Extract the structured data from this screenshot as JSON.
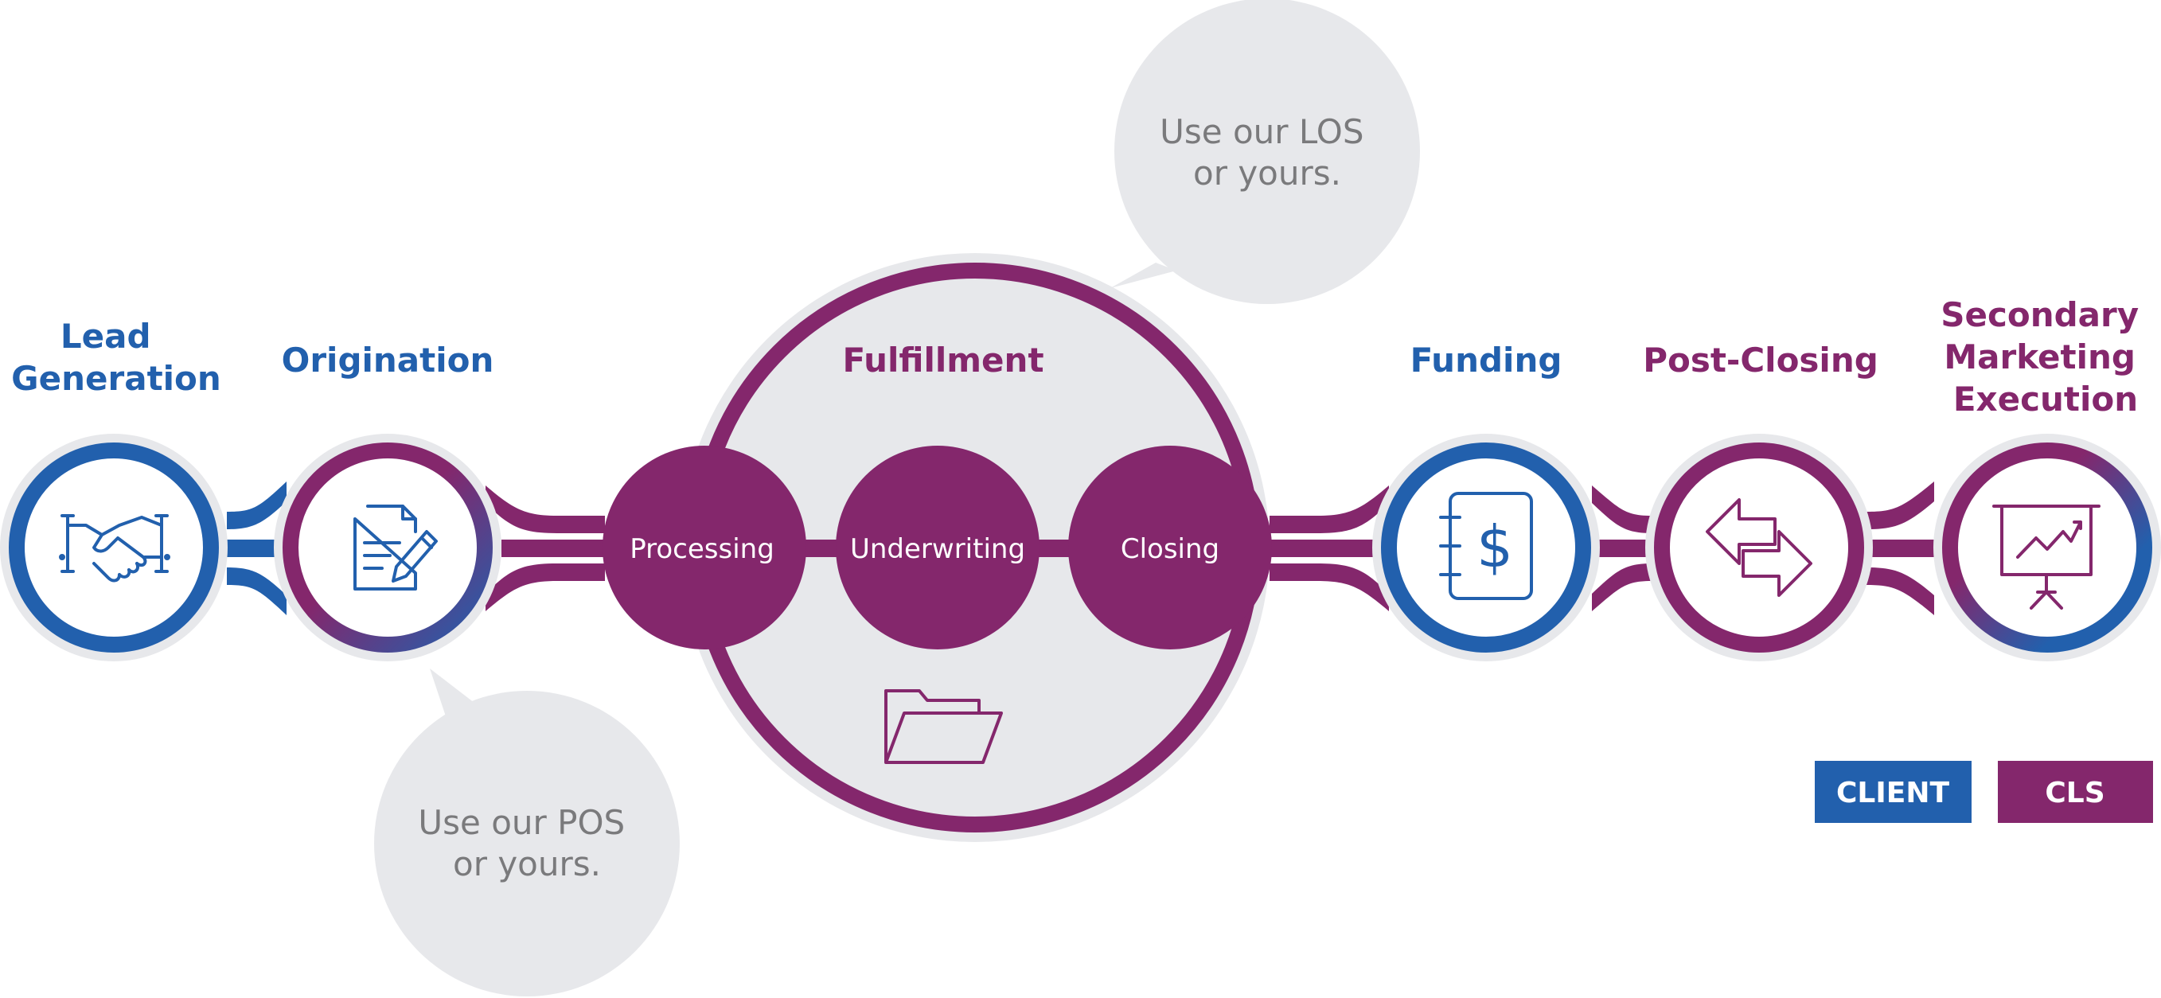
{
  "colors": {
    "client": "#2260ad",
    "cls": "#84276c",
    "halo": "#e7e8eb",
    "bubble": "#e7e8eb",
    "bubble_text": "#7a7a7c"
  },
  "stages": {
    "lead_generation": {
      "title_lines": [
        "Lead",
        "Generation"
      ],
      "owner": "client",
      "ring": "client",
      "icon": "handshake-icon"
    },
    "origination": {
      "title_lines": [
        "Origination"
      ],
      "owner": "client",
      "ring": "cls",
      "icon": "document-pen-icon"
    },
    "fulfillment": {
      "title_lines": [
        "Fulfillment"
      ],
      "owner": "cls",
      "icon": "folder-icon",
      "sub": {
        "processing": "Processing",
        "underwriting": "Underwriting",
        "closing": "Closing"
      }
    },
    "funding": {
      "title_lines": [
        "Funding"
      ],
      "owner": "client",
      "ring": "client",
      "icon": "ledger-dollar-icon"
    },
    "post_closing": {
      "title_lines": [
        "Post-Closing"
      ],
      "owner": "cls",
      "ring": "cls",
      "icon": "transfer-arrows-icon"
    },
    "secondary_marketing": {
      "title_lines": [
        "Secondary",
        "Marketing",
        "Execution"
      ],
      "owner": "cls",
      "ring": "client",
      "icon": "presentation-chart-icon"
    }
  },
  "callouts": {
    "los": {
      "lines": [
        "Use our LOS",
        "or yours."
      ]
    },
    "pos": {
      "lines": [
        "Use our POS",
        "or yours."
      ]
    }
  },
  "legend": {
    "client": "CLIENT",
    "cls": "CLS"
  }
}
